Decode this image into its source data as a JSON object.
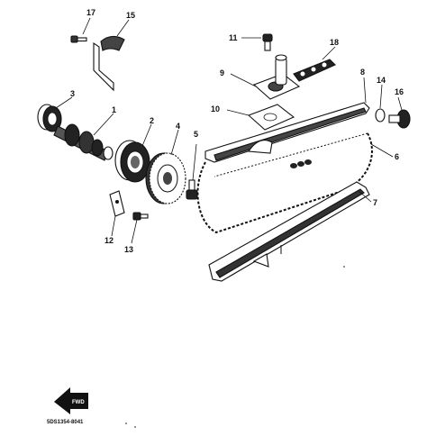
{
  "diagram": {
    "callouts": [
      "1",
      "2",
      "3",
      "4",
      "5",
      "6",
      "7",
      "8",
      "9",
      "10",
      "11",
      "12",
      "13",
      "14",
      "15",
      "16",
      "17",
      "18"
    ],
    "fwd_label": "FWD",
    "document_code": "5DS1354-8041"
  }
}
